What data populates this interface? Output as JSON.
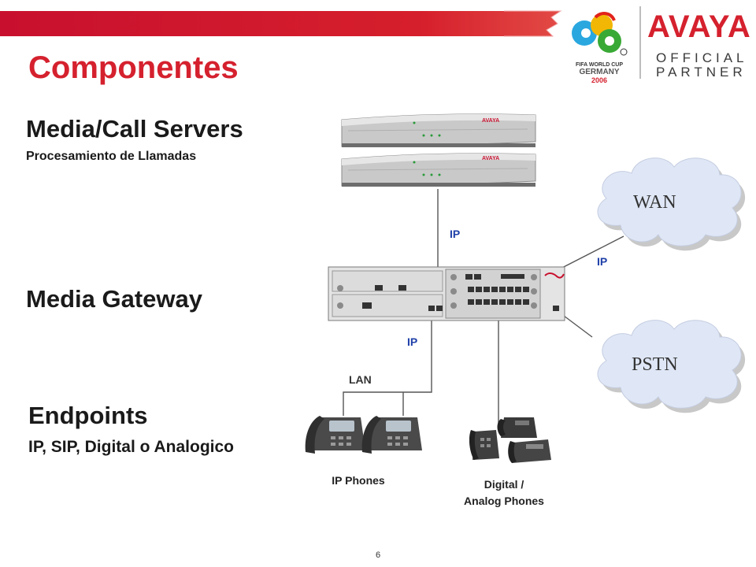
{
  "title": "Componentes",
  "sections": {
    "servers": {
      "heading": "Media/Call Servers",
      "subheading": "Procesamiento de Llamadas"
    },
    "gateway": {
      "heading": "Media Gateway"
    },
    "endpoints": {
      "heading": "Endpoints",
      "subheading": "IP, SIP, Digital o Analogico"
    }
  },
  "diagram": {
    "server_brand": "AVAYA",
    "links": {
      "server_gateway": "IP",
      "gateway_wan": "IP",
      "gateway_lan": "IP",
      "lan": "LAN"
    },
    "clouds": {
      "wan": "WAN",
      "pstn": "PSTN"
    },
    "captions": {
      "ip_phones": "IP Phones",
      "analog_line1": "Digital /",
      "analog_line2": "Analog Phones"
    }
  },
  "logos": {
    "brand": "AVAYA",
    "partner_line1": "OFFICIAL",
    "partner_line2": "PARTNER",
    "worldcup_line1": "FIFA WORLD CUP",
    "worldcup_line2": "GERMANY",
    "worldcup_line3": "2006"
  },
  "colors": {
    "accent": "#d5212e",
    "ip_label": "#1f3fa8"
  },
  "page_number": "6"
}
